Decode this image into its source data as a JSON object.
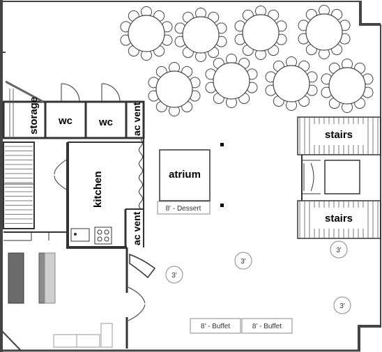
{
  "rooms": {
    "storage": "storage",
    "wc1": "wc",
    "wc2": "wc",
    "ac_vent_top": "ac vent",
    "kitchen": "kitchen",
    "ac_vent_bottom": "ac vent",
    "atrium": "atrium",
    "stairs_top": "stairs",
    "stairs_bottom": "stairs"
  },
  "tables": {
    "dessert": "8' - Dessert",
    "buffet_1": "8' - Buffet",
    "buffet_2": "8' - Buffet",
    "cocktail_label": "3'",
    "round_table_count": 8,
    "cocktail_table_count": 4
  }
}
